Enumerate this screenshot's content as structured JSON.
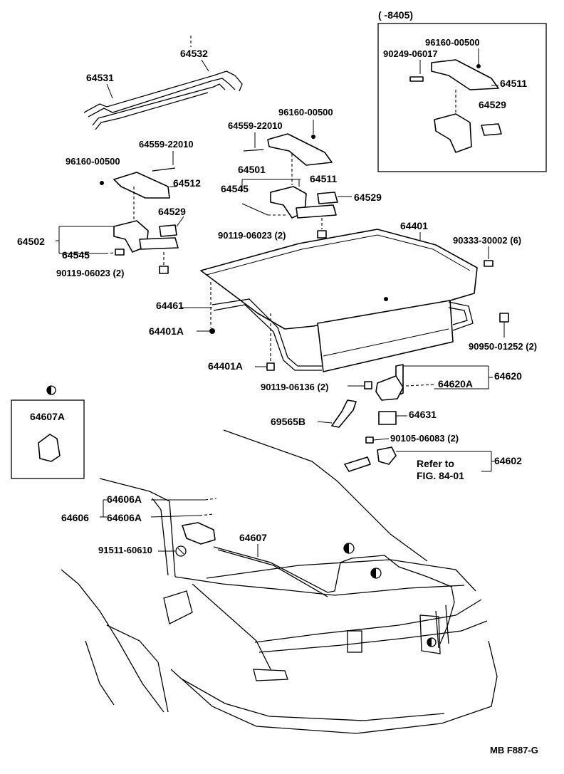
{
  "diagram": {
    "inset_range": "(      -8405)",
    "code": "MB F887-G",
    "refer_note": [
      "Refer to",
      "FIG. 84-01"
    ],
    "labels": {
      "p64532": "64532",
      "p64531": "64531",
      "p96160_a": "96160-00500",
      "p90249": "90249-06017",
      "p64511_a": "64511",
      "p64529_a": "64529",
      "p96160_b": "96160-00500",
      "p64559_b": "64559-22010",
      "p64559_a": "64559-22010",
      "p96160_c": "96160-00500",
      "p64512": "64512",
      "p64501": "64501",
      "p64511_b": "64511",
      "p64545_b": "64545",
      "p64529_b": "64529",
      "p64529_c": "64529",
      "p64502": "64502",
      "p64545_a": "64545",
      "p90119_a": "90119-06023 (2)",
      "p90119_b": "90119-06023 (2)",
      "p64401": "64401",
      "p90333": "90333-30002 (6)",
      "p64461": "64461",
      "p64401A_a": "64401A",
      "p64401A_b": "64401A",
      "p90950": "90950-01252 (2)",
      "p64620": "64620",
      "p90119_c": "90119-06136 (2)",
      "p64620A": "64620A",
      "p64607A": "64607A",
      "p69565B": "69565B",
      "p64631": "64631",
      "p90105": "90105-06083 (2)",
      "p64602": "64602",
      "p64606A_a": "64606A",
      "p64606": "64606",
      "p64606A_b": "64606A",
      "p64607": "64607",
      "p91511": "91511-60610"
    },
    "colors": {
      "ink": "#000000",
      "paper": "#ffffff"
    }
  }
}
